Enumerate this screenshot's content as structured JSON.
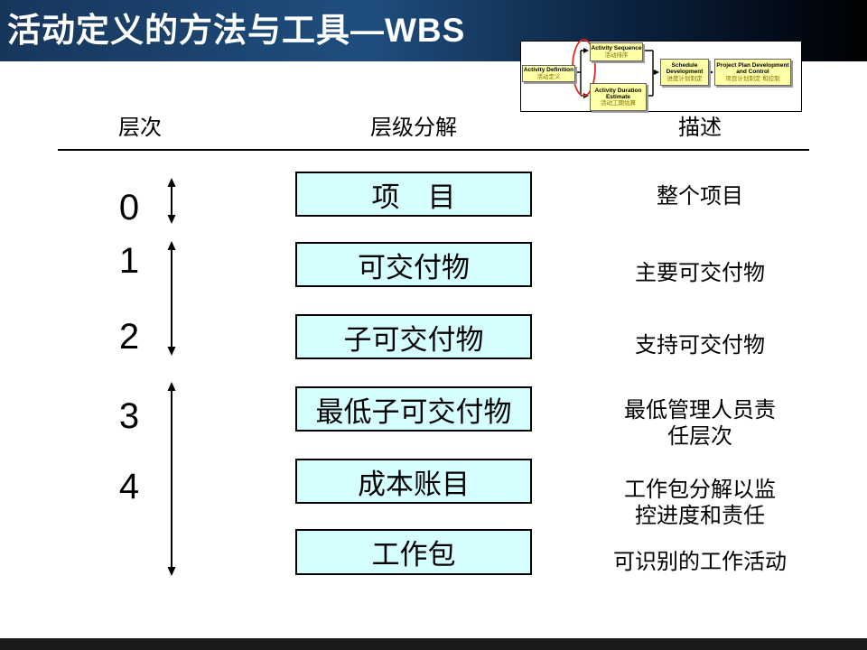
{
  "title": {
    "text": "活动定义的方法与工具—WBS"
  },
  "flowchart": {
    "nodes": [
      {
        "en": "Activity Definition",
        "zh": "活动定义"
      },
      {
        "en": "Activity Sequence",
        "zh": "活动排序"
      },
      {
        "en": "Activity Duration Estimate",
        "zh": "活动工期估算"
      },
      {
        "en": "Schedule Development",
        "zh": "进度计划制定"
      },
      {
        "en": "Project Plan Development and Control",
        "zh": "项目计划制定 和控制"
      }
    ]
  },
  "table": {
    "headers": {
      "level": "层次",
      "decomposition": "层级分解",
      "description": "描述"
    },
    "levels": [
      "0",
      "1",
      "2",
      "3",
      "4"
    ],
    "rows": [
      {
        "box": "项　目",
        "desc": "整个项目"
      },
      {
        "box": "可交付物",
        "desc": "主要可交付物"
      },
      {
        "box": "子可交付物",
        "desc": "支持可交付物"
      },
      {
        "box": "最低子可交付物",
        "desc": "最低管理人员责\n任层次"
      },
      {
        "box": "成本账目",
        "desc": "工作包分解以监\n控进度和责任"
      },
      {
        "box": "工作包",
        "desc": "可识别的工作活动"
      }
    ]
  },
  "colors": {
    "title_bar_blue": "#1F4E7E",
    "wbs_box_fill": "#D5FEFF",
    "flow_node_fill": "#FFFFA8",
    "flow_node_zh_text": "#7F7000",
    "highlight_ellipse_red": "#E02B20",
    "bottom_bar": "#1B1B1B"
  }
}
